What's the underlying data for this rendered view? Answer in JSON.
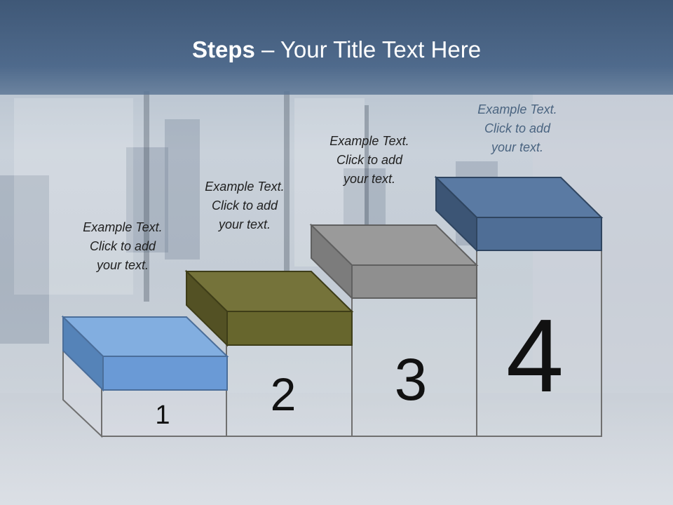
{
  "slide": {
    "title_bold": "Steps",
    "title_rest": " – Your Title Text Here"
  },
  "steps": [
    {
      "number": "1",
      "caption": "Example Text.\nClick  to add\nyour text.",
      "color": "#6a9ad6"
    },
    {
      "number": "2",
      "caption": "Example Text.\nClick  to add\nyour text.",
      "color": "#67662d"
    },
    {
      "number": "3",
      "caption": "Example Text.\nClick  to add\nyour text.",
      "color": "#8f8f8f"
    },
    {
      "number": "4",
      "caption": "Example Text.\nClick  to add\nyour text.",
      "color": "#4f6e96"
    }
  ]
}
